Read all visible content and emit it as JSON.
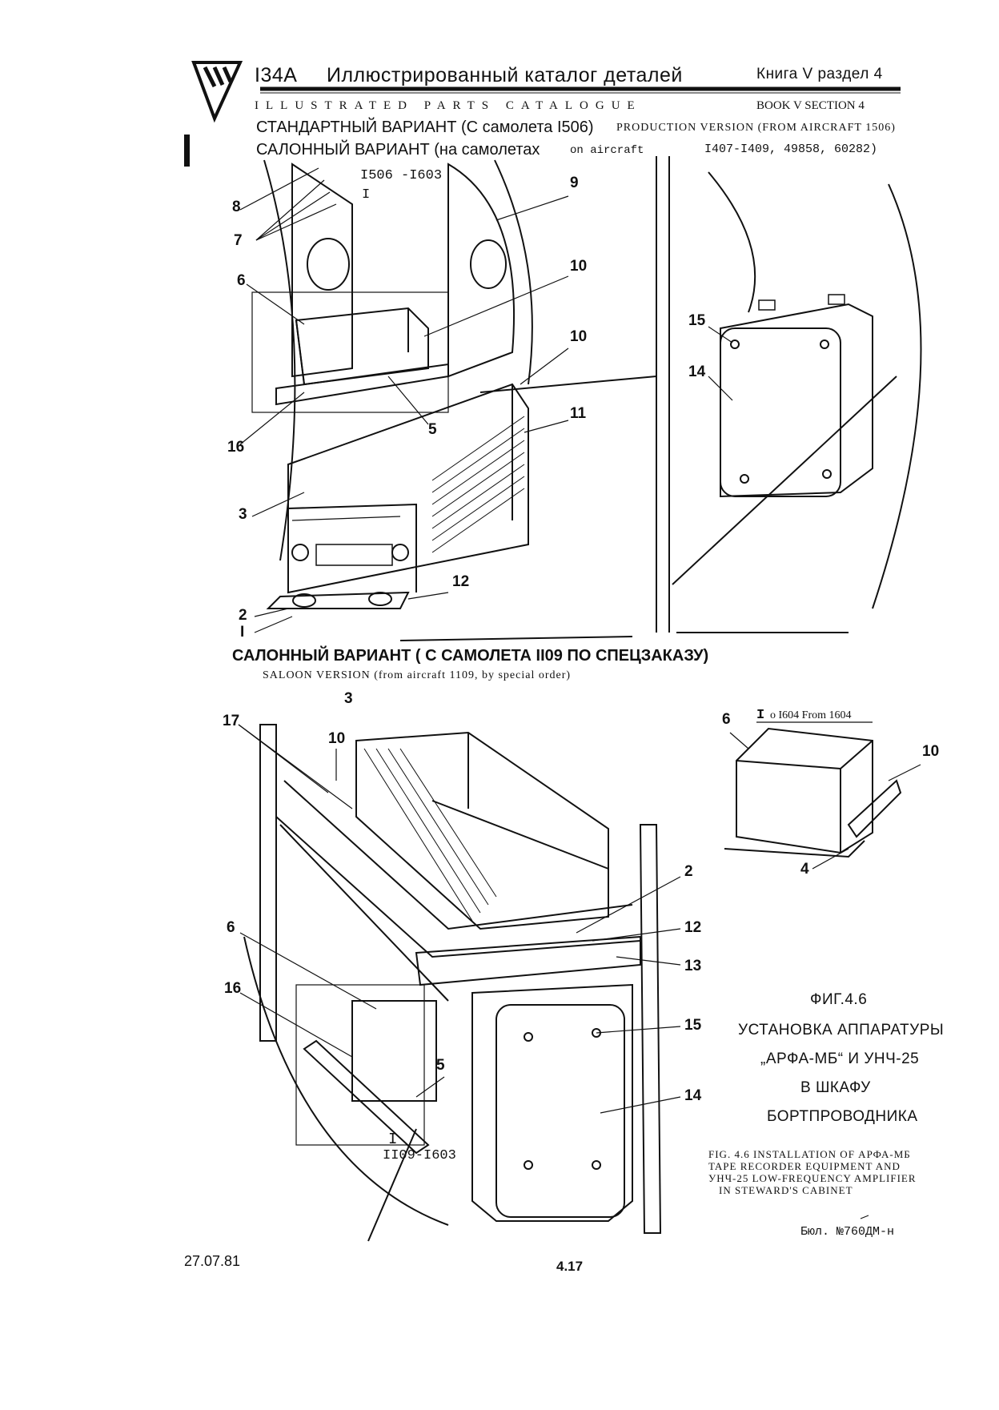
{
  "header": {
    "model": "I34A",
    "title_ru": "Иллюстрированный каталог деталей",
    "title_en": "ILLUSTRATED PARTS CATALOGUE",
    "book_ru": "Книга V раздел 4",
    "book_en": "BOOK V SECTION 4"
  },
  "variants": {
    "standard_ru": "СТАНДАРТНЫЙ ВАРИАНТ (С самолета I506)",
    "standard_en": "PRODUCTION VERSION (FROM AIRCRAFT 1506)",
    "salon_ru": "САЛОННЫЙ ВАРИАНТ (на самолетах",
    "salon_en": "on aircraft",
    "salon_aircraft": "I407-I409, 49858, 60282)",
    "salon2_ru": "САЛОННЫЙ ВАРИАНТ ( С САМОЛЕТА II09 ПО СПЕЦЗАКАЗУ)",
    "salon2_en": "SALOON VERSION (from aircraft 1109, by special order)"
  },
  "top_diagram": {
    "range_label": "I506 -I603",
    "detail_mark": "I",
    "callouts": [
      "8",
      "7",
      "6",
      "16",
      "3",
      "2",
      "I",
      "9",
      "10",
      "10",
      "5",
      "11",
      "12",
      "15",
      "14"
    ]
  },
  "bottom_diagram": {
    "callouts": [
      "3",
      "17",
      "10",
      "6",
      "16",
      "2",
      "12",
      "13",
      "15",
      "14",
      "5"
    ],
    "detail_mark": "I",
    "range_label": "II09-I603"
  },
  "inset": {
    "title_mark": "I",
    "title_text": "o I604 From 1604",
    "callouts": [
      "6",
      "10",
      "4"
    ]
  },
  "figure": {
    "number_ru": "ФИГ.4.6",
    "line1_ru": "УСТАНОВКА АППАРАТУРЫ",
    "line2_ru": "„АРФА-МБ“ И УНЧ-25",
    "line3_ru": "В ШКАФУ",
    "line4_ru": "БОРТПРОВОДНИКА",
    "en_line1": "FIG. 4.6 INSTALLATION OF АРФА-МБ",
    "en_line2": "TAPE RECORDER EQUIPMENT AND",
    "en_line3": "УНЧ-25 LOW-FREQUENCY AMPLIFIER",
    "en_line4": "IN STEWARD'S CABINET"
  },
  "footer": {
    "bulletin": "Бюл. №760ДМ-н",
    "date": "27.07.81",
    "page": "4.17"
  }
}
